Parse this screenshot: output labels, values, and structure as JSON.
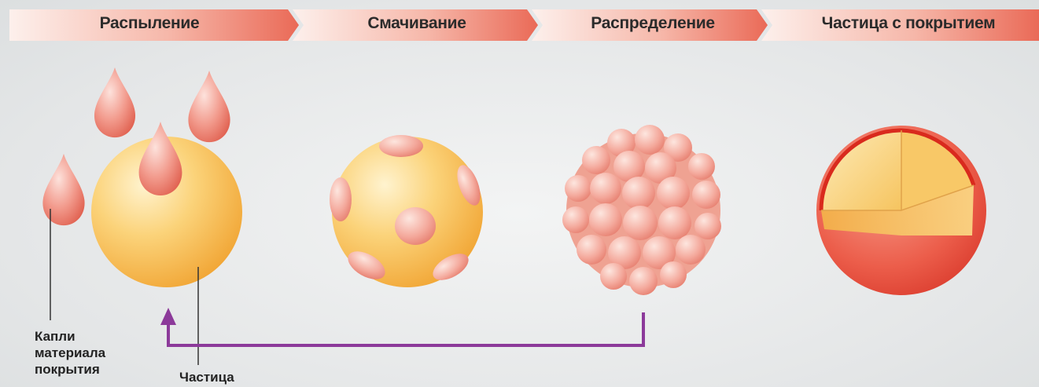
{
  "steps": [
    {
      "label": "Распыление"
    },
    {
      "label": "Смачивание"
    },
    {
      "label": "Распределение"
    },
    {
      "label": "Частица с покрытием"
    }
  ],
  "annotations": {
    "droplets_line1": "Капли",
    "droplets_line2": "материала",
    "droplets_line3": "покрытия",
    "particle": "Частица"
  },
  "colors": {
    "header_fade": "#fbe9e4",
    "header_accent": "#ea6a57",
    "particle_core": "#fbd37a",
    "particle_edge": "#f1a534",
    "droplet": "#f29a8c",
    "droplet_edge": "#e0604f",
    "coating_red": "#e2382b",
    "recycle_arrow": "#8c3a9a"
  }
}
